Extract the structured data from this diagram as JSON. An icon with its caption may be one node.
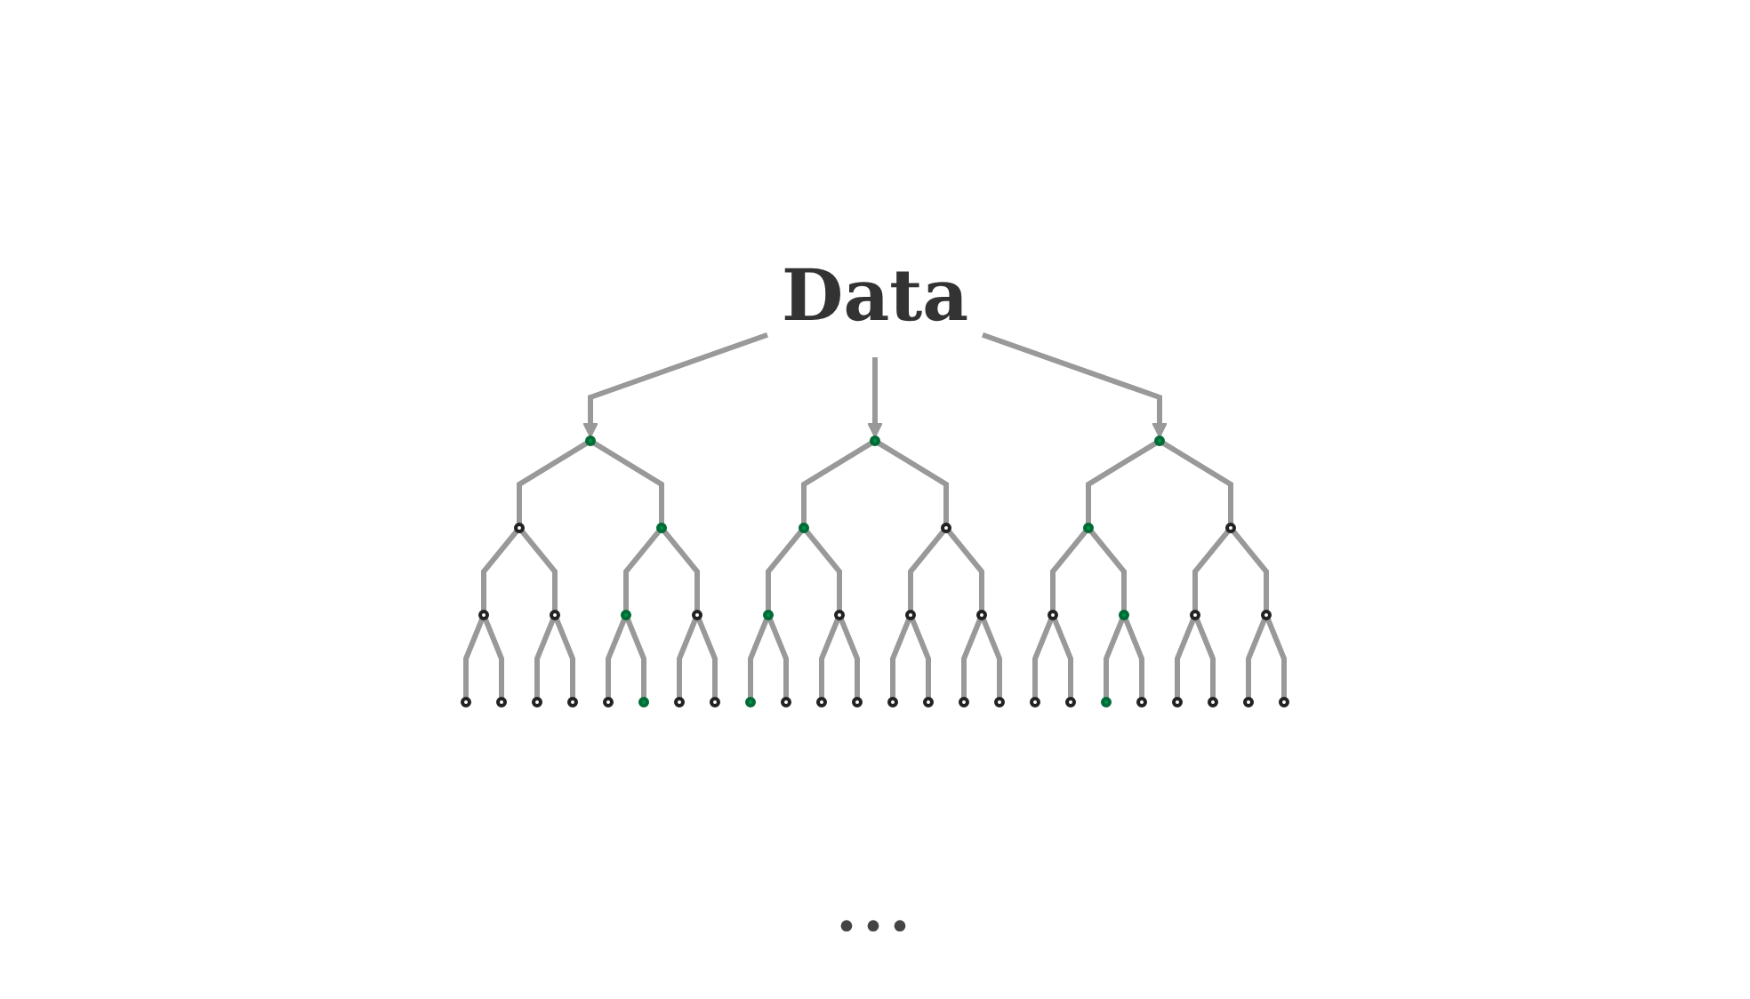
{
  "diagram": {
    "nodes": [
      {
        "text": [
          "Data"
        ]
      },
      {
        "text": [],
        "shape": "circle"
      },
      {
        "text": [],
        "shape": "circle"
      },
      {
        "text": [],
        "shape": "circle"
      },
      {
        "text": [],
        "shape": "circle"
      },
      {
        "text": [],
        "shape": "circle"
      },
      {
        "text": [],
        "shape": "circle"
      },
      {
        "text": [],
        "shape": "circle"
      },
      {
        "text": [],
        "shape": "circle"
      },
      {
        "text": [],
        "shape": "circle"
      },
      {
        "text": [],
        "shape": "circle"
      },
      {
        "text": [],
        "shape": "circle"
      },
      {
        "text": [],
        "shape": "circle"
      },
      {
        "text": [],
        "shape": "circle"
      },
      {
        "text": [],
        "shape": "circle"
      },
      {
        "text": [],
        "shape": "circle"
      },
      {
        "text": [],
        "shape": "circle"
      },
      {
        "text": [],
        "shape": "circle"
      },
      {
        "text": [],
        "shape": "circle"
      },
      {
        "text": [],
        "shape": "circle"
      },
      {
        "text": [],
        "shape": "circle"
      },
      {
        "text": [],
        "shape": "circle"
      },
      {
        "text": [],
        "shape": "circle"
      },
      {
        "text": [],
        "shape": "circle"
      },
      {
        "text": [],
        "shape": "circle"
      },
      {
        "text": [],
        "shape": "circle"
      },
      {
        "text": [],
        "shape": "circle"
      },
      {
        "text": [],
        "shape": "circle"
      },
      {
        "text": [],
        "shape": "circle"
      },
      {
        "text": [],
        "shape": "circle"
      },
      {
        "text": [],
        "shape": "circle"
      },
      {
        "text": [],
        "shape": "circle"
      },
      {
        "text": [],
        "shape": "circle"
      },
      {
        "text": [],
        "shape": "circle"
      },
      {
        "text": [],
        "shape": "circle"
      },
      {
        "text": [],
        "shape": "circle"
      },
      {
        "text": [],
        "shape": "circle"
      },
      {
        "text": [],
        "shape": "circle"
      },
      {
        "text": [],
        "shape": "circle"
      },
      {
        "text": [],
        "shape": "circle"
      },
      {
        "text": [],
        "shape": "circle"
      },
      {
        "text": [],
        "shape": "circle"
      },
      {
        "text": [],
        "shape": "circle"
      },
      {
        "text": [],
        "shape": "circle"
      },
      {
        "text": [],
        "shape": "circle"
      },
      {
        "text": [],
        "shape": "circle"
      }
    ],
    "edges": [
      {
        "from": 0,
        "to": 1,
        "arrow": "to"
      },
      {
        "from": 0,
        "to": 16,
        "arrow": "to"
      },
      {
        "from": 0,
        "to": 31,
        "arrow": "to"
      },
      {
        "from": 1,
        "to": 2,
        "arrow": "none"
      },
      {
        "from": 1,
        "to": 3,
        "arrow": "none"
      },
      {
        "from": 2,
        "to": 4,
        "arrow": "none"
      },
      {
        "from": 2,
        "to": 5,
        "arrow": "none"
      },
      {
        "from": 3,
        "to": 6,
        "arrow": "none"
      },
      {
        "from": 3,
        "to": 7,
        "arrow": "none"
      },
      {
        "from": 4,
        "to": 8,
        "arrow": "none"
      },
      {
        "from": 4,
        "to": 9,
        "arrow": "none"
      },
      {
        "from": 5,
        "to": 10,
        "arrow": "none"
      },
      {
        "from": 5,
        "to": 11,
        "arrow": "none"
      },
      {
        "from": 6,
        "to": 12,
        "arrow": "none"
      },
      {
        "from": 6,
        "to": 13,
        "arrow": "none"
      },
      {
        "from": 7,
        "to": 14,
        "arrow": "none"
      },
      {
        "from": 7,
        "to": 15,
        "arrow": "none"
      },
      {
        "from": 16,
        "to": 17,
        "arrow": "none"
      },
      {
        "from": 16,
        "to": 18,
        "arrow": "none"
      },
      {
        "from": 17,
        "to": 19,
        "arrow": "none"
      },
      {
        "from": 17,
        "to": 20,
        "arrow": "none"
      },
      {
        "from": 18,
        "to": 21,
        "arrow": "none"
      },
      {
        "from": 18,
        "to": 22,
        "arrow": "none"
      },
      {
        "from": 19,
        "to": 23,
        "arrow": "none"
      },
      {
        "from": 19,
        "to": 24,
        "arrow": "none"
      },
      {
        "from": 20,
        "to": 25,
        "arrow": "none"
      },
      {
        "from": 20,
        "to": 26,
        "arrow": "none"
      },
      {
        "from": 21,
        "to": 27,
        "arrow": "none"
      },
      {
        "from": 21,
        "to": 28,
        "arrow": "none"
      },
      {
        "from": 22,
        "to": 29,
        "arrow": "none"
      },
      {
        "from": 22,
        "to": 30,
        "arrow": "none"
      },
      {
        "from": 31,
        "to": 32,
        "arrow": "none"
      },
      {
        "from": 31,
        "to": 33,
        "arrow": "none"
      },
      {
        "from": 32,
        "to": 34,
        "arrow": "none"
      },
      {
        "from": 32,
        "to": 35,
        "arrow": "none"
      },
      {
        "from": 33,
        "to": 36,
        "arrow": "none"
      },
      {
        "from": 33,
        "to": 37,
        "arrow": "none"
      },
      {
        "from": 34,
        "to": 38,
        "arrow": "none"
      },
      {
        "from": 34,
        "to": 39,
        "arrow": "none"
      },
      {
        "from": 35,
        "to": 40,
        "arrow": "none"
      },
      {
        "from": 35,
        "to": 41,
        "arrow": "none"
      },
      {
        "from": 36,
        "to": 42,
        "arrow": "none"
      },
      {
        "from": 36,
        "to": 43,
        "arrow": "none"
      },
      {
        "from": 37,
        "to": 44,
        "arrow": "none"
      },
      {
        "from": 37,
        "to": 45,
        "arrow": "none"
      }
    ],
    "labels": [
      "•••"
    ]
  }
}
